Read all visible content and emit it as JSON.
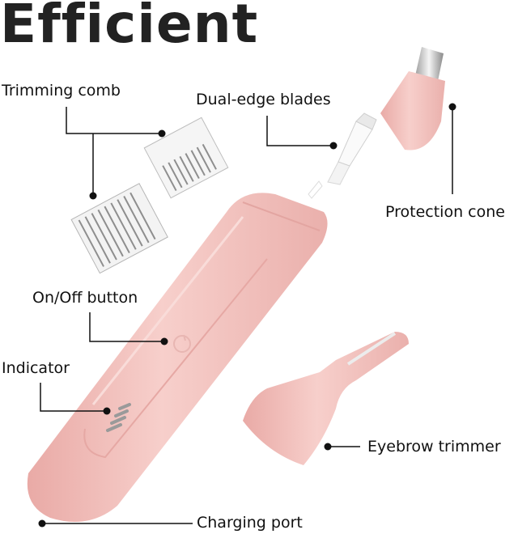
{
  "title": "Efficient",
  "labels": {
    "trimming_comb": "Trimming comb",
    "dual_edge_blades": "Dual-edge blades",
    "protection_cone": "Protection cone",
    "on_off_button": "On/Off button",
    "indicator": "Indicator",
    "eyebrow_trimmer": "Eyebrow trimmer",
    "charging_port": "Charging port"
  },
  "colors": {
    "product_pink": "#f4c4c0",
    "product_pink_shade": "#e8aaa6",
    "text": "#111111",
    "leader_line": "#111111",
    "metal": "#c8c8c8",
    "indicator_bars": "#9a9a9a"
  }
}
